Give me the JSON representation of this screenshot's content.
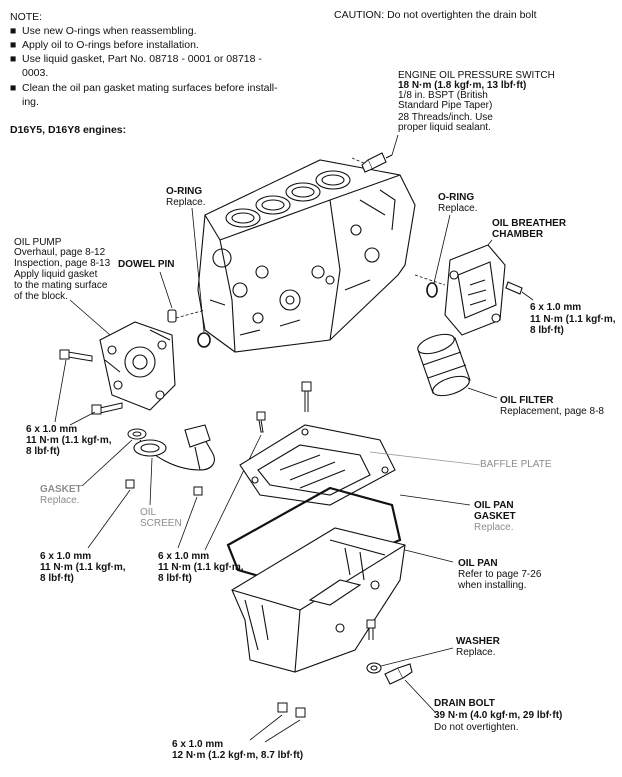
{
  "note": {
    "heading": "NOTE:",
    "items": [
      "Use new O-rings when reassembling.",
      "Apply oil to O-rings before installation.",
      "Use liquid gasket, Part No. 08718 - 0001 or 08718 -",
      "0003.",
      "Clean the oil pan gasket mating surfaces before install-",
      "ing."
    ],
    "bullet": "■"
  },
  "caution": "CAUTION:  Do not overtighten the drain bolt",
  "engines": "D16Y5, D16Y8 engines:",
  "labels": {
    "switch": [
      "ENGINE OIL PRESSURE SWITCH",
      "18 N·m (1.8 kgf·m, 13 lbf·ft)",
      "1/8 in. BSPT (British",
      "Standard Pipe Taper)",
      "28 Threads/inch. Use",
      "proper liquid sealant."
    ],
    "oring_left": [
      "O-RING",
      "Replace."
    ],
    "oring_right": [
      "O-RING",
      "Replace."
    ],
    "breather": [
      "OIL BREATHER",
      "CHAMBER"
    ],
    "oil_pump": [
      "OIL PUMP",
      "Overhaul, page 8-12",
      "Inspection, page 8-13",
      "Apply liquid gasket",
      "to the mating surface",
      "of the block."
    ],
    "dowel": "DOWEL PIN",
    "breather_bolt": [
      "6 x 1.0 mm",
      "11 N·m (1.1 kgf·m,",
      "8 lbf·ft)"
    ],
    "oil_filter": [
      "OIL FILTER",
      "Replacement, page 8-8"
    ],
    "pump_bolt": [
      "6 x 1.0 mm",
      "11 N·m (1.1 kgf·m,",
      "8 lbf·ft)"
    ],
    "baffle": "BAFFLE PLATE",
    "gasket_small": [
      "GASKET",
      "Replace."
    ],
    "oil_screen": [
      "OIL",
      "SCREEN"
    ],
    "pan_gasket": [
      "OIL PAN",
      "GASKET",
      "Replace."
    ],
    "screen_bolt_left": [
      "6 x 1.0 mm",
      "11 N·m (1.1 kgf·m,",
      "8 lbf·ft)"
    ],
    "screen_bolt_mid": [
      "6 x 1.0 mm",
      "11 N·m (1.1 kgf·m,",
      "8 lbf·ft)"
    ],
    "oil_pan": [
      "OIL PAN",
      "Refer to page 7-26",
      "when installing."
    ],
    "washer": [
      "WASHER",
      "Replace."
    ],
    "drain_bolt": [
      "DRAIN BOLT",
      "39 N·m (4.0 kgf·m, 29 lbf·ft)",
      "Do not overtighten."
    ],
    "pan_bolt": [
      "6 x 1.0 mm",
      "12 N·m (1.2 kgf·m, 8.7 lbf·ft)"
    ]
  }
}
